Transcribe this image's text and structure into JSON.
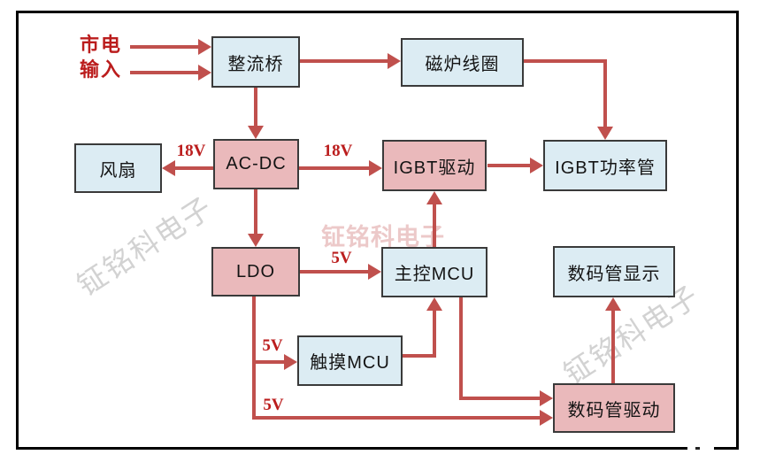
{
  "diagram": {
    "colors": {
      "arrow": "#c0504d",
      "label_red": "#bb1d1d",
      "box_blue": "#dcecf3",
      "box_pink": "#eab9bb",
      "box_border": "#3a3a3a",
      "frame_border": "#000000",
      "watermark_gray": "#c4c4c4",
      "watermark_red": "#e8bcbc"
    },
    "source": {
      "line1": "市电",
      "line2": "输入"
    },
    "nodes": {
      "rectifier": {
        "label": "整流桥"
      },
      "coil": {
        "label": "磁炉线圈"
      },
      "fan": {
        "label": "风扇"
      },
      "acdc": {
        "label": "AC-DC"
      },
      "igbt_driver": {
        "label": "IGBT驱动"
      },
      "igbt_power": {
        "label": "IGBT功率管"
      },
      "ldo": {
        "label": "LDO"
      },
      "main_mcu": {
        "label": "主控MCU"
      },
      "touch_mcu": {
        "label": "触摸MCU"
      },
      "display": {
        "label": "数码管显示"
      },
      "display_driver": {
        "label": "数码管驱动"
      }
    },
    "edge_labels": {
      "v18_left": "18V",
      "v18_right": "18V",
      "v5_mcu": "5V",
      "v5_touch": "5V",
      "v5_bottom": "5V"
    },
    "watermarks": {
      "0": "钲铭科电子",
      "1": "钲铭科电子",
      "2": "钲铭科电子"
    }
  }
}
